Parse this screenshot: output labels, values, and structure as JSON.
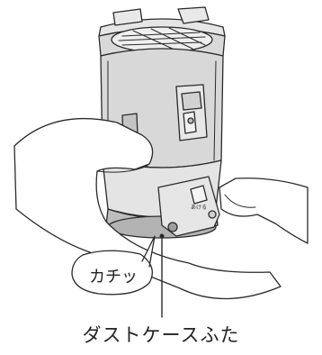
{
  "illustration": {
    "bubble_text": "カチッ",
    "caption": "ダストケースふた",
    "lid_mark": "あける",
    "colors": {
      "line": "#2a2a2a",
      "body_gray": "#d8d8d8",
      "body_light": "#e9e9e9",
      "bottom_cap": "#bdbdbd",
      "background": "#ffffff"
    }
  }
}
